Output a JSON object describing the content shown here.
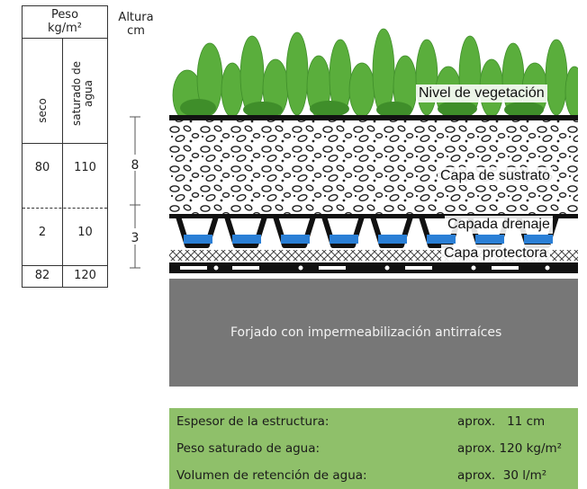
{
  "table": {
    "header_line1": "Peso",
    "header_line2": "kg/m²",
    "col_dry": "seco",
    "col_saturated": "saturado de agua",
    "rows": [
      {
        "dry": "80",
        "saturated": "110"
      },
      {
        "dry": "2",
        "saturated": "10"
      },
      {
        "dry": "82",
        "saturated": "120"
      }
    ]
  },
  "height": {
    "header_line1": "Altura",
    "header_line2": "cm",
    "values": [
      "8",
      "3"
    ]
  },
  "layers": {
    "vegetation": "Nivel de vegetación",
    "substrate": "Capa de sustrato",
    "drainage": "Capada drenaje",
    "protective": "Capa protectora",
    "slab": "Forjado con impermeabilización antirraíces"
  },
  "specs": [
    {
      "label": "Espesor de la estructura:",
      "value": "aprox.   11 cm"
    },
    {
      "label": "Peso saturado de agua:",
      "value": "aprox. 120 kg/m²"
    },
    {
      "label": "Volumen de retención de agua:",
      "value": "aprox.  30 l/m²"
    }
  ],
  "colors": {
    "plant": "#5aae3c",
    "plant_dark": "#3f8e2a",
    "water": "#2a7fd6",
    "slab": "#777777",
    "info_bg": "#8fc06a"
  }
}
